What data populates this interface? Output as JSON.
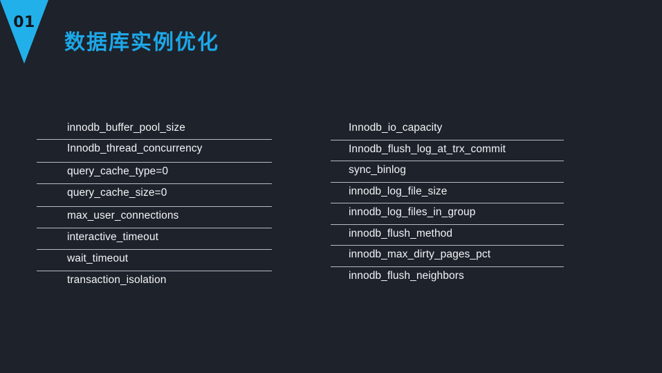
{
  "slide": {
    "badge_number": "01",
    "title": "数据库实例优化",
    "accent_color": "#1ca8e8",
    "triangle_color": "#22b0ea",
    "background_color": "#1e222b",
    "text_color": "#f2f4f6",
    "rule_color": "#b9bcc2"
  },
  "columns": {
    "left": {
      "items": [
        {
          "label": "innodb_buffer_pool_size"
        },
        {
          "label": "Innodb_thread_concurrency"
        },
        {
          "label": "query_cache_type=0"
        },
        {
          "label": "query_cache_size=0"
        },
        {
          "label": "max_user_connections"
        },
        {
          "label": "interactive_timeout"
        },
        {
          "label": "wait_timeout"
        },
        {
          "label": "transaction_isolation"
        }
      ]
    },
    "right": {
      "items": [
        {
          "label": "Innodb_io_capacity"
        },
        {
          "label": "Innodb_flush_log_at_trx_commit"
        },
        {
          "label": "sync_binlog"
        },
        {
          "label": "innodb_log_file_size"
        },
        {
          "label": "innodb_log_files_in_group"
        },
        {
          "label": "innodb_flush_method"
        },
        {
          "label": "innodb_max_dirty_pages_pct"
        },
        {
          "label": "innodb_flush_neighbors"
        }
      ]
    }
  }
}
